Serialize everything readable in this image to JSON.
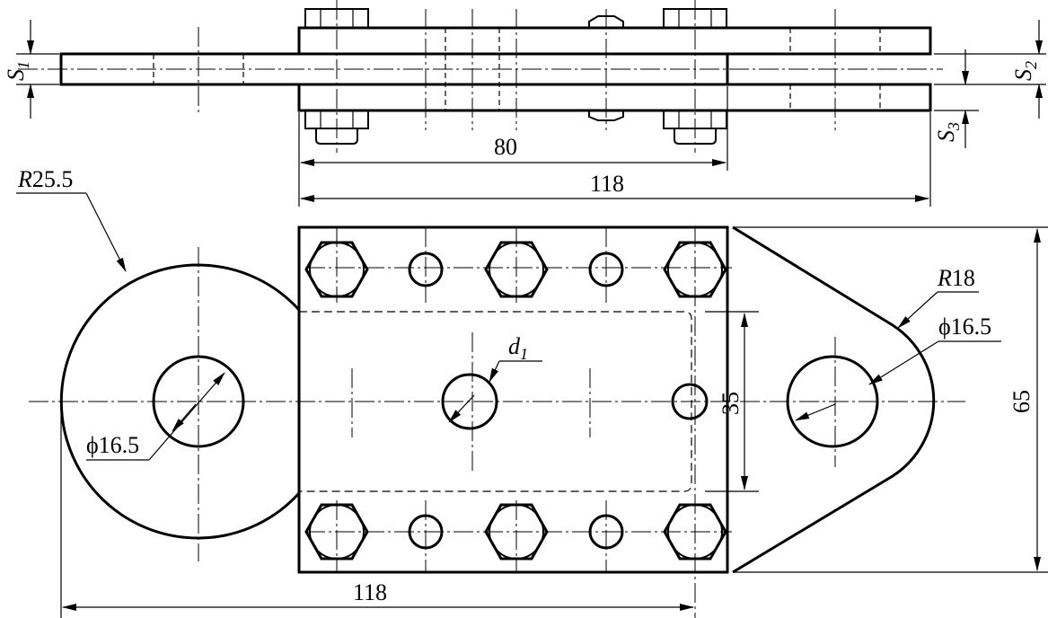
{
  "labels": {
    "s1": "S",
    "s1_sub": "1",
    "s2": "S",
    "s2_sub": "2",
    "s3": "S",
    "s3_sub": "3",
    "dim_80": "80",
    "dim_118_top": "118",
    "r25": "R25.5",
    "r18": "R18",
    "phi_left": "ϕ16.5",
    "phi_right": "ϕ16.5",
    "d1": "d",
    "d1_sub": "1",
    "dim_35": "35",
    "dim_65": "65",
    "dim_118_bottom": "118"
  }
}
